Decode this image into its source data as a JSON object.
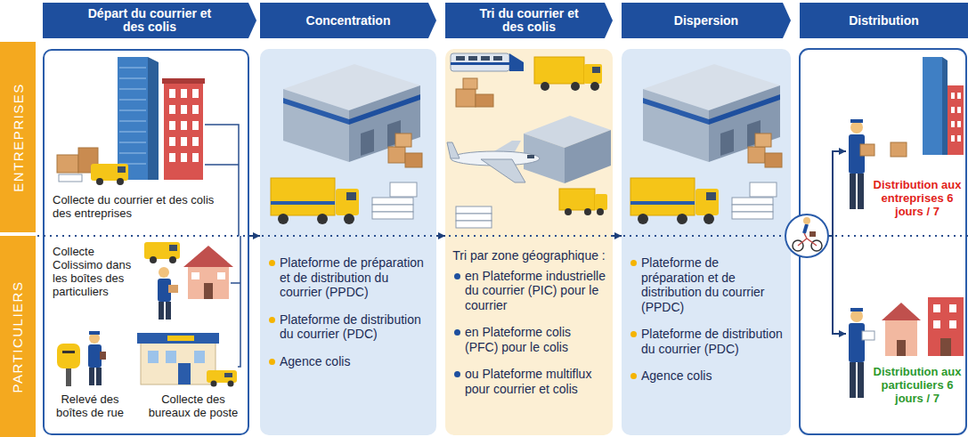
{
  "diagram": {
    "nodes": [
      {
        "text": [
          "Départ du courrier et des colis"
        ]
      },
      {
        "text": [
          "Concentration"
        ]
      },
      {
        "text": [
          "Tri du courrier et des colis"
        ]
      },
      {
        "text": [
          "Dispersion"
        ]
      },
      {
        "text": [
          "Distribution"
        ]
      },
      {
        "text": [
          "ENTREPRISES"
        ]
      },
      {
        "text": [
          "PARTICULIERS"
        ]
      },
      {
        "text": [
          "Collecte du courrier et des colis des entreprises",
          "Collecte Colissimo dans les boîtes des particuliers",
          "Relevé des boîtes de rue",
          "Collecte des bureaux de poste"
        ]
      },
      {
        "text": [
          "Plateforme de préparation et de distribution du courrier (PPDC)",
          "Plateforme de distribution du courrier (PDC)",
          "Agence colis"
        ]
      },
      {
        "text": [
          "Tri par zone géographique :",
          "en Plateforme industrielle du courrier (PIC) pour le courrier",
          "en Plateforme colis (PFC) pour le colis",
          "ou Plateforme multiflux pour courrier et colis"
        ]
      },
      {
        "text": [
          "Plateforme de préparation et de distribution du courrier (PPDC)",
          "Plateforme de distribution du courrier (PDC)",
          "Agence colis"
        ]
      },
      {
        "text": [
          "Distribution aux entreprises 6 jours / 7"
        ]
      },
      {
        "text": [
          "Distribution aux particuliers 6 jours / 7"
        ]
      }
    ],
    "edges": [
      {
        "from": 7,
        "to": 8,
        "arrow": "to"
      },
      {
        "from": 8,
        "to": 9,
        "arrow": "to"
      },
      {
        "from": 9,
        "to": 10,
        "arrow": "to"
      },
      {
        "from": 10,
        "to": 11,
        "arrow": "to"
      },
      {
        "from": 10,
        "to": 12,
        "arrow": "to"
      }
    ]
  }
}
